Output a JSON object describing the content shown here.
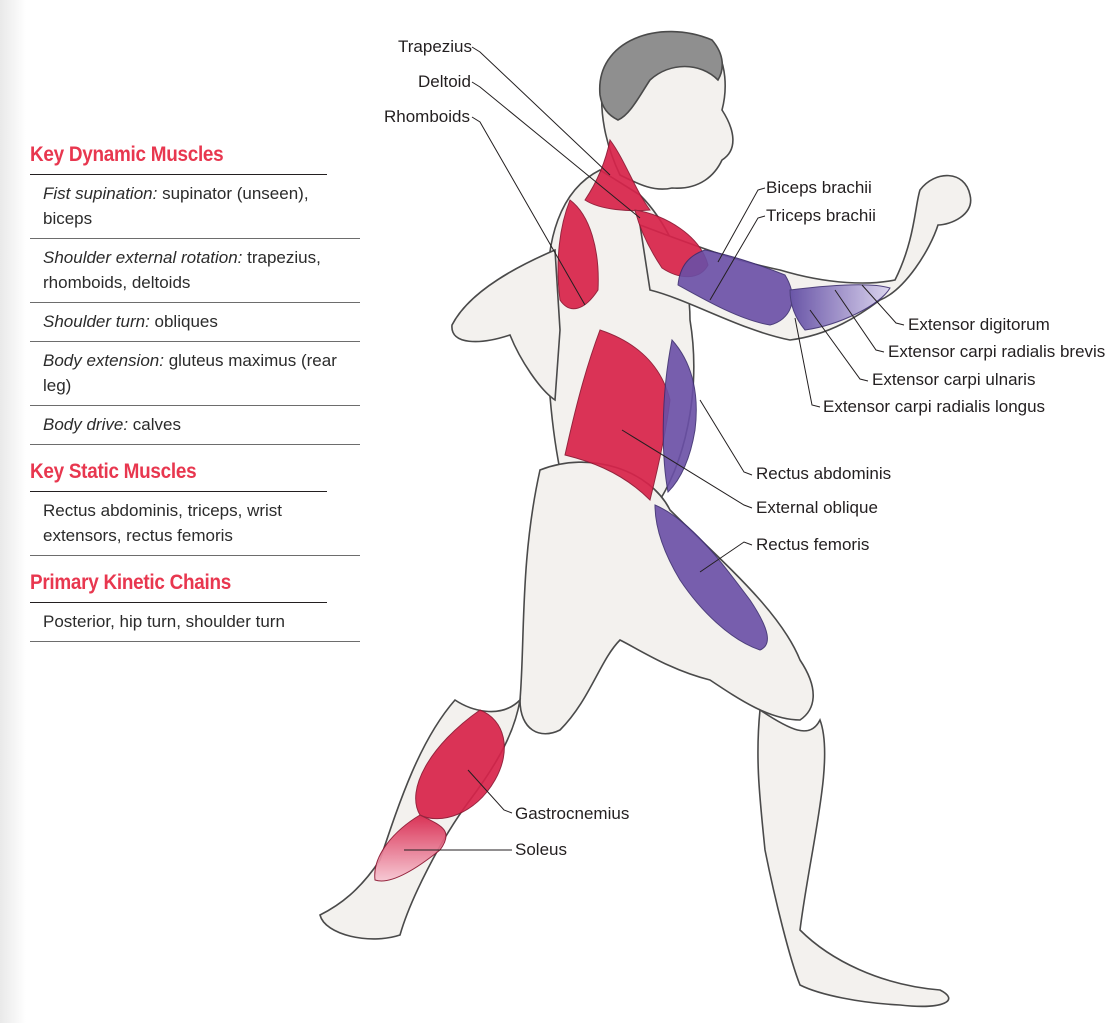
{
  "panel": {
    "dynamic": {
      "title": "Key Dynamic Muscles",
      "rows": [
        {
          "term": "Fist supination:",
          "text": " supinator (unseen), biceps"
        },
        {
          "term": "Shoulder external rotation:",
          "text": " trapezius, rhomboids, deltoids"
        },
        {
          "term": "Shoulder turn:",
          "text": " obliques"
        },
        {
          "term": "Body extension:",
          "text": " gluteus maximus (rear leg)"
        },
        {
          "term": "Body drive:",
          "text": " calves"
        }
      ]
    },
    "static": {
      "title": "Key Static Muscles",
      "text": "Rectus abdominis, triceps, wrist extensors, rectus femoris"
    },
    "chains": {
      "title": "Primary Kinetic Chains",
      "text": "Posterior, hip turn, shoulder turn"
    }
  },
  "labels": {
    "trapezius": "Trapezius",
    "deltoid": "Deltoid",
    "rhomboids": "Rhomboids",
    "biceps": "Biceps brachii",
    "triceps": "Triceps brachii",
    "ext_digitorum": "Extensor digitorum",
    "ext_carpi_brevis": "Extensor carpi radialis brevis",
    "ext_carpi_ulnaris": "Extensor carpi ulnaris",
    "ext_carpi_longus": "Extensor carpi radialis longus",
    "rectus_abdominis": "Rectus abdominis",
    "external_oblique": "External oblique",
    "rectus_femoris": "Rectus femoris",
    "gastrocnemius": "Gastrocnemius",
    "soleus": "Soleus"
  },
  "colors": {
    "heading": "#e8374f",
    "dynamic_muscle": "#d8234a",
    "static_muscle": "#6a4fa6",
    "skin_outline": "#4a4a4a"
  }
}
